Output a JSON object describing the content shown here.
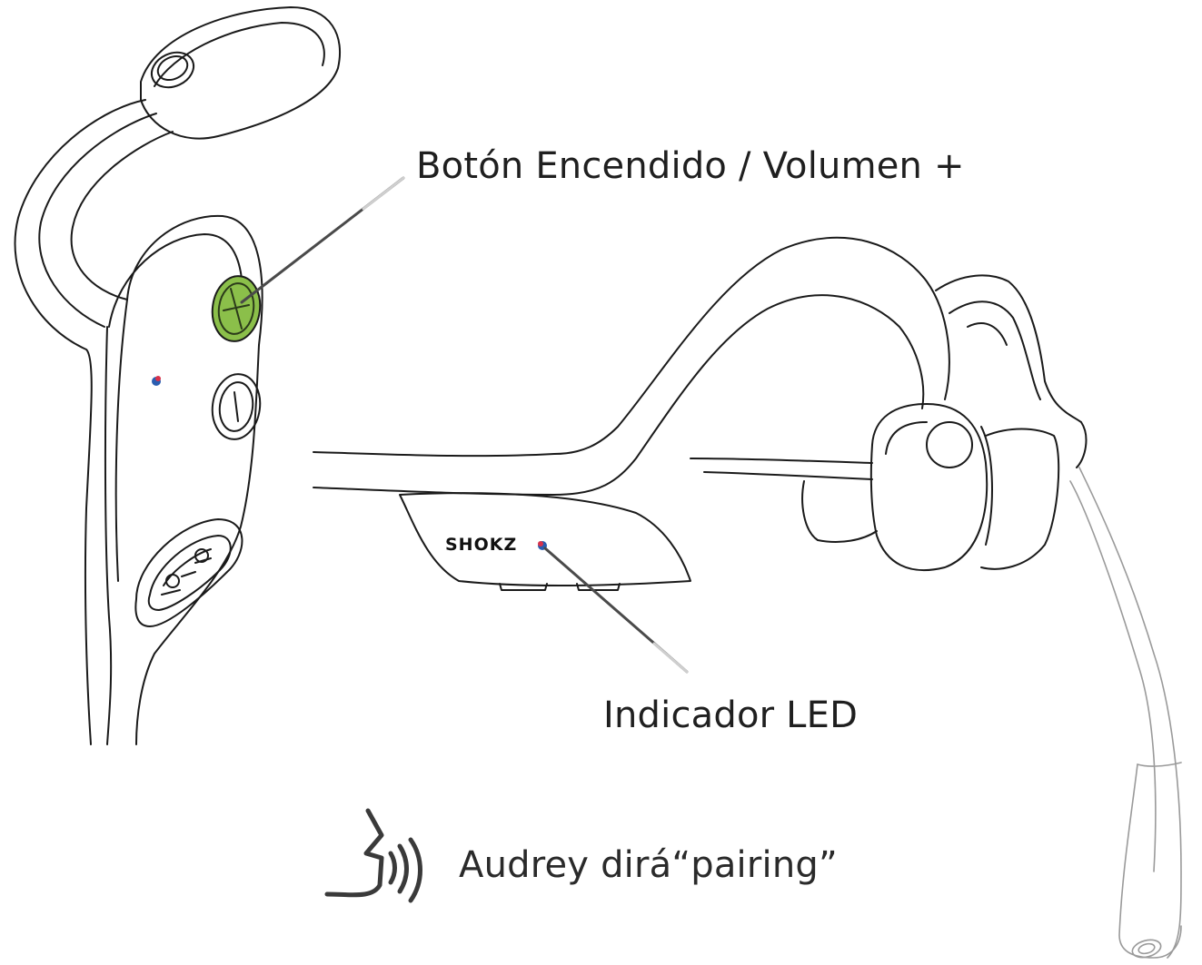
{
  "callouts": {
    "power_button": "Botón Encendido / Volumen +",
    "led_indicator": "Indicador LED"
  },
  "voice_prompt": {
    "icon": "speaking-head-icon",
    "text": "Audrey dirá“pairing”"
  },
  "brand": {
    "logo_text": "SHOKZ"
  },
  "colors": {
    "outline": "#1a1a1a",
    "power_button_fill": "#8bbf4a",
    "led_red": "#d9324a",
    "led_blue": "#2a5db0",
    "mic_boom": "#9a9a9a"
  }
}
